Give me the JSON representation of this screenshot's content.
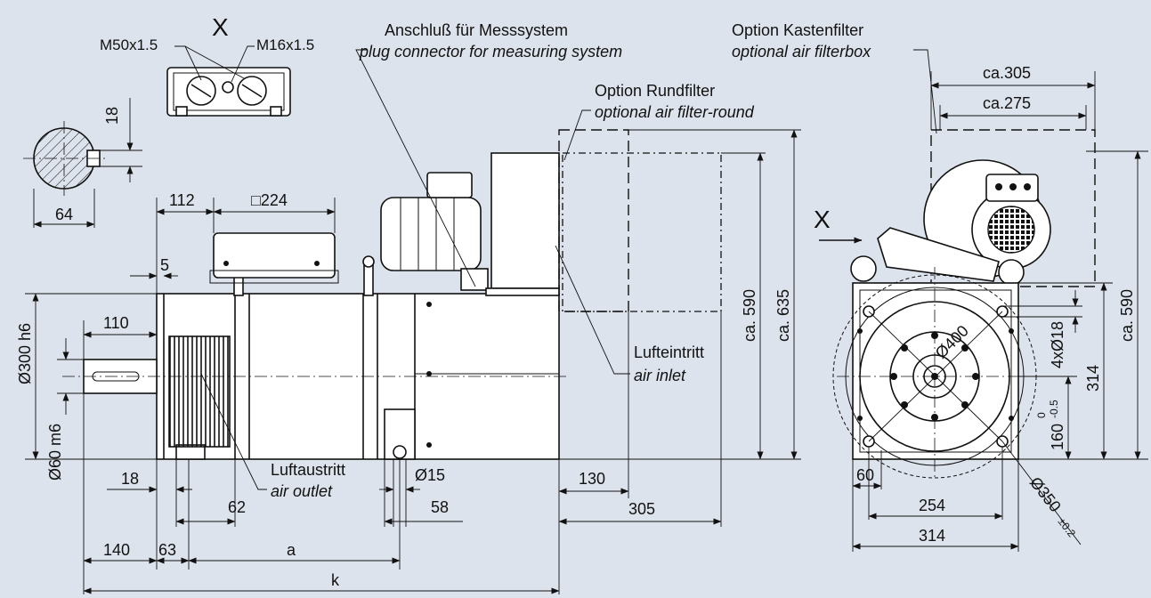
{
  "callouts": {
    "measuring_de": "Anschluß für Messsystem",
    "measuring_en": "plug connector for measuring system",
    "box_filter_de": "Option Kastenfilter",
    "box_filter_en": "optional air filterbox",
    "round_filter_de": "Option Rundfilter",
    "round_filter_en": "optional air filter-round",
    "inlet_de": "Lufteintritt",
    "inlet_en": "air inlet",
    "outlet_de": "Luftaustritt",
    "outlet_en": "air outlet",
    "view_x": "X"
  },
  "terminal_box": {
    "gland_large": "M50x1.5",
    "gland_small": "M16x1.5"
  },
  "dims": {
    "key_height": "18",
    "shaft_dia_small": "64",
    "d112": "112",
    "d224": "□224",
    "d5": "5",
    "d110": "110",
    "shaft_fit": "Ø60 m6",
    "flange_fit": "Ø300 h6",
    "d18": "18",
    "d62": "62",
    "d15": "Ø15",
    "d58": "58",
    "d130": "130",
    "d305": "305",
    "d140": "140",
    "d63": "63",
    "da": "a",
    "dk": "k",
    "ca590_side": "ca. 590",
    "ca635": "ca. 635",
    "ca305": "ca.305",
    "ca275": "ca.275",
    "ca590_front": "ca. 590",
    "pcd400": "Ø400",
    "holes": "4xØ18",
    "d314_v": "314",
    "d160": "160",
    "tol_upper": "0",
    "tol_lower": "-0.5",
    "d60": "60",
    "d254": "254",
    "d314_h": "314",
    "pcd350": "Ø350",
    "pcd350_tol": "±0.2"
  }
}
